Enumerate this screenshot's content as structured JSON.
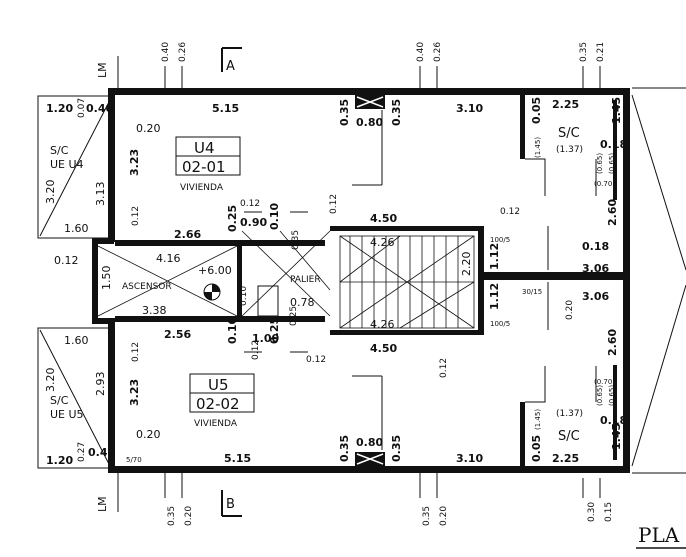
{
  "units": {
    "u4": {
      "name": "U4",
      "code": "02-01",
      "type": "VIVIENDA"
    },
    "u5": {
      "name": "U5",
      "code": "02-02",
      "type": "VIVIENDA"
    }
  },
  "rooms": {
    "ascensor": "ASCENSOR",
    "palier": "PALIER",
    "sc": "S/C",
    "sc_ue_u4": [
      "S/C",
      "UE U4"
    ],
    "sc_ue_u5": [
      "S/C",
      "UE U5"
    ],
    "level": "+6.00"
  },
  "section_marks": {
    "a": "A",
    "b": "B",
    "lm": "LM"
  },
  "title_partial": "PLA",
  "dims_top": {
    "d1": "0.40",
    "d2": "0.26",
    "d3": "0.40",
    "d4": "0.26",
    "d5": "0.35",
    "d6": "0.21"
  },
  "dims_bottom": {
    "d1": "0.35",
    "d2": "0.20",
    "d3": "0.35",
    "d4": "0.20",
    "d5": "0.30",
    "d6": "0.15"
  },
  "dims_u4": {
    "w1": "5.15",
    "w2": "0.35",
    "w3": "0.80",
    "w4": "0.35",
    "w5": "3.10",
    "w6": "0.05",
    "w7": "2.25",
    "w8": "1.45",
    "w9": "0.20",
    "w10": "3.23",
    "w11": "0.12",
    "w12": "2.66",
    "w13": "0.25",
    "w14": "0.90",
    "w15": "0.10",
    "w16": "0.12",
    "w17": "0.12",
    "w18": "4.50",
    "w19": "0.12",
    "w20": "(1.45)",
    "w21": "(1.37)",
    "w22": "0.18",
    "w23": "(0.65)",
    "w24": "(0.65)",
    "w25": "(0.70)",
    "w26": "2.60",
    "w27": "0.18",
    "w28": "3.06"
  },
  "dims_u4_left": {
    "a": "1.20",
    "b": "0.40",
    "c": "0.07",
    "d": "3.20",
    "e": "3.13",
    "f": "1.60"
  },
  "dims_core": {
    "a": "0.12",
    "b": "1.50",
    "c": "4.16",
    "d": "3.38",
    "e": "0.10",
    "f": "0.35",
    "g": "0.78",
    "h": "0.25",
    "i": "4.26",
    "j": "4.26",
    "k": "2.20",
    "l": "1.12",
    "m": "100/5",
    "n": "1.12",
    "o": "30/15",
    "p": "100/5",
    "q": "3.06",
    "r": "0.20"
  },
  "dims_u5": {
    "w1": "2.56",
    "w2": "0.10",
    "w3": "1.00",
    "w4": "0.12",
    "w5": "0.25",
    "w6": "0.12",
    "w7": "4.50",
    "w8": "0.12",
    "w9": "3.23",
    "w10": "0.20",
    "w11": "5.15",
    "w12": "0.35",
    "w13": "0.80",
    "w14": "0.35",
    "w15": "3.10",
    "w16": "0.05",
    "w17": "2.25",
    "w18": "1.45",
    "w19": "(1.45)",
    "w20": "(1.37)",
    "w21": "0.18",
    "w22": "(0.65)",
    "w23": "(0.65)",
    "w24": "(0.70)",
    "w25": "2.60",
    "w26": "5/70",
    "w27": "0.12"
  },
  "dims_u5_left": {
    "a": "1.60",
    "b": "3.20",
    "c": "2.93",
    "d": "1.20",
    "e": "0.27",
    "f": "0.40"
  }
}
